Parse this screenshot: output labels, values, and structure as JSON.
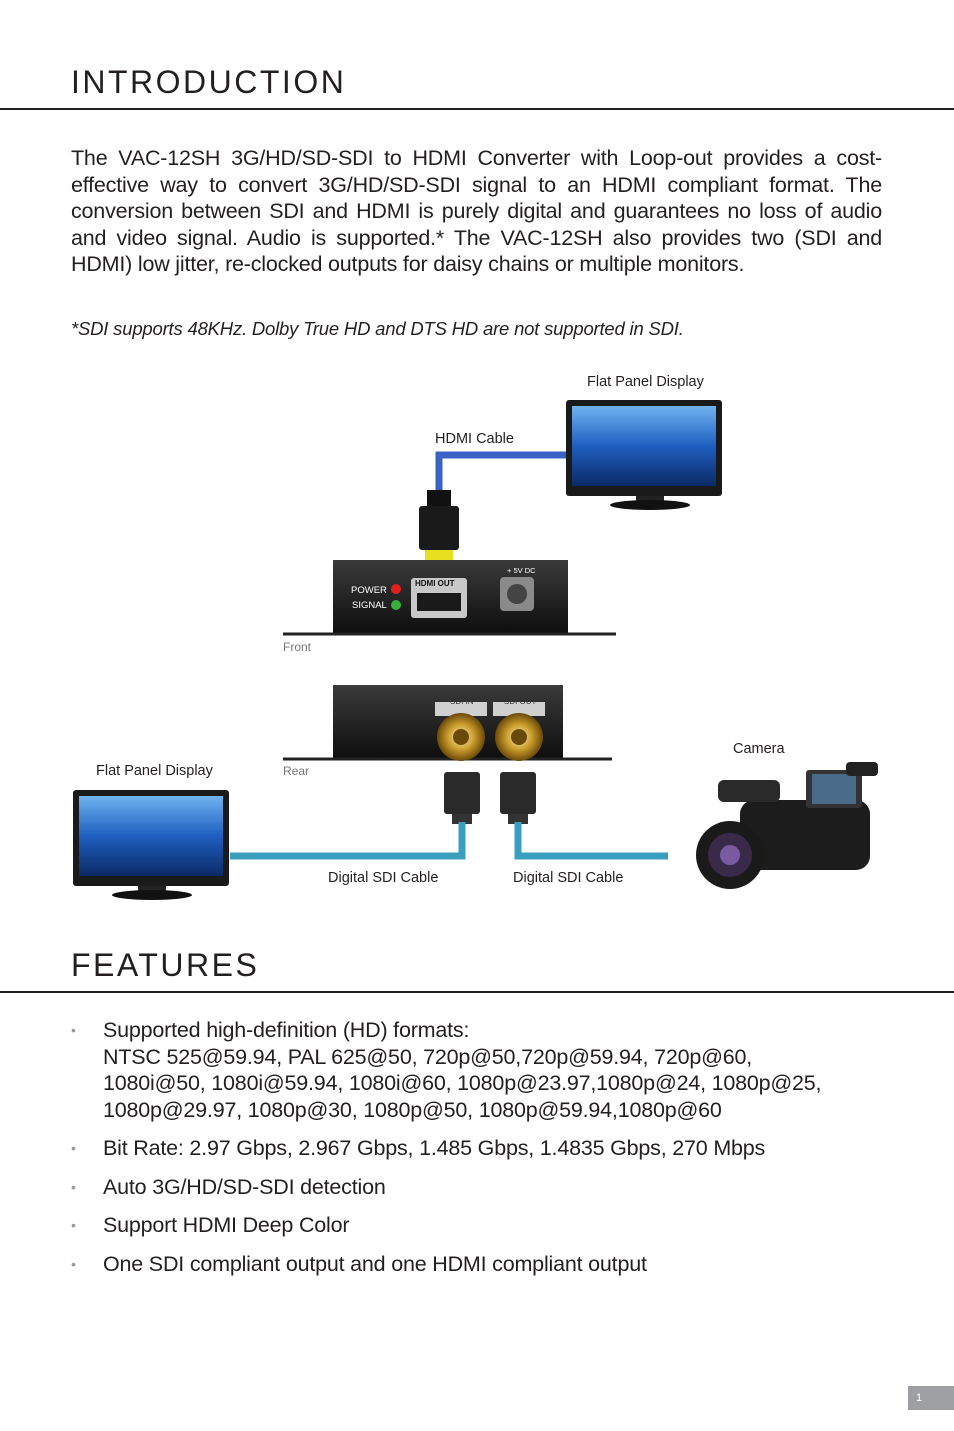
{
  "intro": {
    "heading": "INTRODUCTION",
    "paragraph": "The VAC-12SH 3G/HD/SD-SDI to HDMI Converter with Loop-out provides a cost-effective way to convert 3G/HD/SD-SDI signal to an HDMI compliant format. The conversion between SDI and HDMI is purely digital and guarantees no loss of audio and video signal. Audio is supported.* The VAC-12SH also provides two (SDI and HDMI) low jitter, re-clocked outputs for daisy chains or multiple monitors.",
    "footnote": "*SDI supports 48KHz. Dolby True HD and DTS HD are not supported in SDI."
  },
  "diagram": {
    "flat_panel_top": "Flat Panel Display",
    "hdmi_cable": "HDMI Cable",
    "hdmi_out": "HDMI OUT",
    "power": "POWER",
    "signal": "SIGNAL",
    "dc": "+ 5V DC",
    "front": "Front",
    "sdi_in": "SDI IN",
    "sdi_out": "SDI OUT",
    "rear": "Rear",
    "camera": "Camera",
    "flat_panel_left": "Flat Panel Display",
    "sdi_cable_1": "Digital SDI Cable",
    "sdi_cable_2": "Digital SDI Cable"
  },
  "features": {
    "heading": "FEATURES",
    "items": [
      {
        "lines": [
          "Supported high-definition (HD) formats:",
          "NTSC 525@59.94, PAL 625@50, 720p@50,720p@59.94, 720p@60,",
          "1080i@50, 1080i@59.94, 1080i@60, 1080p@23.97,1080p@24, 1080p@25,",
          "1080p@29.97, 1080p@30, 1080p@50, 1080p@59.94,1080p@60"
        ]
      },
      {
        "lines": [
          "Bit Rate: 2.97 Gbps, 2.967 Gbps, 1.485 Gbps, 1.4835 Gbps, 270 Mbps"
        ]
      },
      {
        "lines": [
          "Auto 3G/HD/SD-SDI detection"
        ]
      },
      {
        "lines": [
          "Support HDMI Deep Color"
        ]
      },
      {
        "lines": [
          "One SDI compliant output and one HDMI compliant output"
        ]
      }
    ]
  },
  "bullet_char": "•",
  "page_number": "1",
  "colors": {
    "text": "#231f20",
    "hdmi_cable": "#3a62c4",
    "sdi_cable": "#3a9fbf",
    "page_badge": "#9d9fa2"
  }
}
